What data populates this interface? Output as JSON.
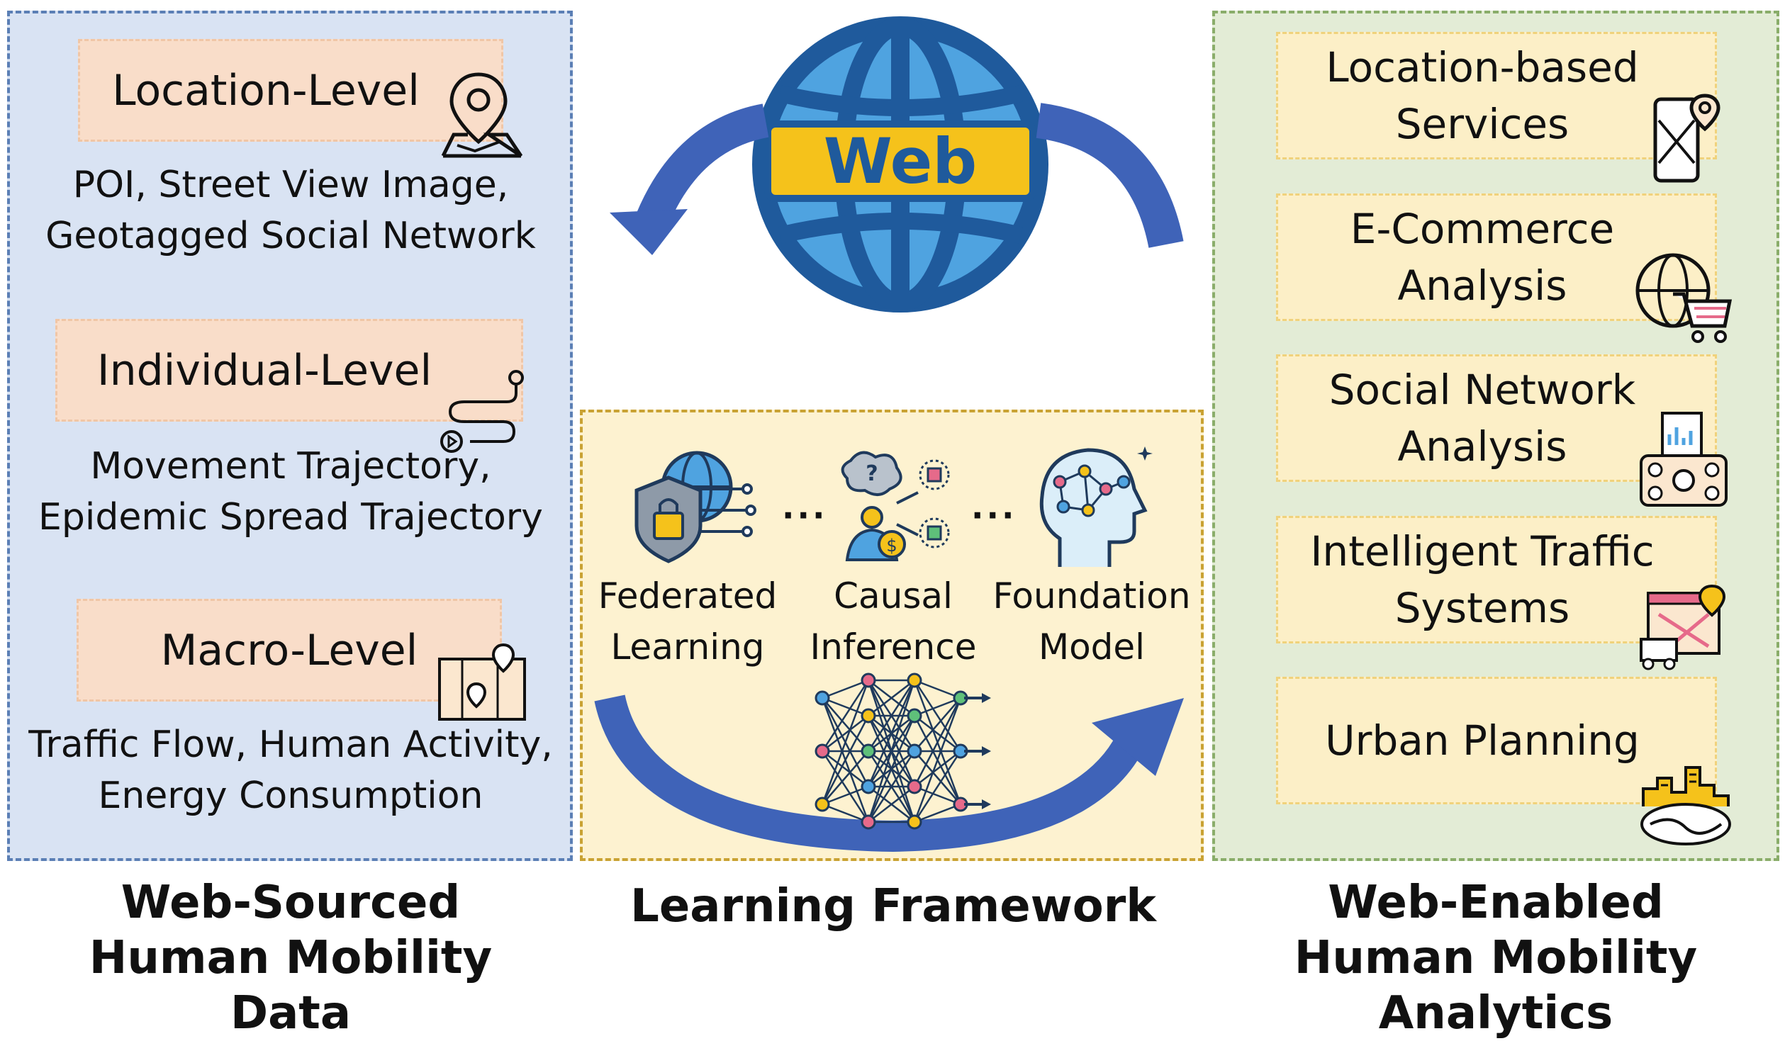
{
  "web_label": "Web",
  "left": {
    "caption_line1": "Web-Sourced",
    "caption_line2": "Human Mobility Data",
    "levels": [
      {
        "title": "Location-Level",
        "desc_line1": "POI, Street View Image,",
        "desc_line2": "Geotagged Social Network"
      },
      {
        "title": "Individual-Level",
        "desc_line1": "Movement Trajectory,",
        "desc_line2": "Epidemic Spread Trajectory"
      },
      {
        "title": "Macro-Level",
        "desc_line1": "Traffic Flow, Human Activity,",
        "desc_line2": "Energy Consumption"
      }
    ]
  },
  "middle": {
    "caption": "Learning Framework",
    "methods": [
      {
        "line1": "Federated",
        "line2": "Learning"
      },
      {
        "line1": "Causal",
        "line2": "Inference"
      },
      {
        "line1": "Foundation",
        "line2": "Model"
      }
    ],
    "ellipsis": "···"
  },
  "right": {
    "caption_line1": "Web-Enabled",
    "caption_line2": "Human Mobility Analytics",
    "apps": [
      {
        "line1": "Location-based",
        "line2": "Services"
      },
      {
        "line1": "E-Commerce",
        "line2": "Analysis"
      },
      {
        "line1": "Social Network",
        "line2": "Analysis"
      },
      {
        "line1": "Intelligent Traffic",
        "line2": "Systems"
      },
      {
        "line1": "Urban Planning",
        "line2": ""
      }
    ]
  },
  "colors": {
    "arrow_blue": "#3f63b8",
    "globe_blue": "#1f5a9c",
    "globe_light": "#4fa3e0",
    "web_banner": "#f5c21b"
  }
}
